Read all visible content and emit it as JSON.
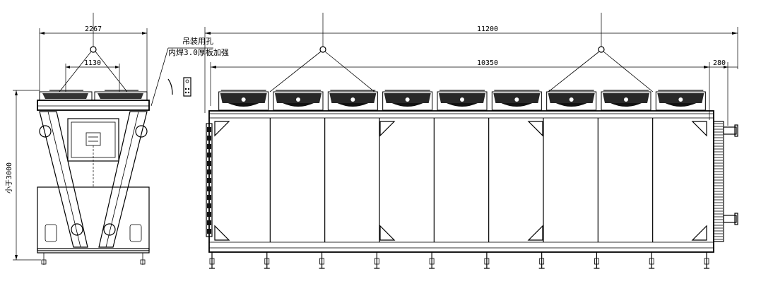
{
  "drawing": {
    "dimensions": {
      "side_width": "2267",
      "side_inner_width": "1130",
      "side_height": "小于3000",
      "total_length": "11200",
      "inner_length": "10350",
      "end_offset": "280"
    },
    "annotations": {
      "lifting_hole": "吊装用孔",
      "reinforcement_plate": "内焊3.0厚板加强"
    },
    "counts": {
      "front_fans": 9,
      "side_fans": 2,
      "support_legs": 10
    },
    "colors": {
      "line": "#000000",
      "background": "#ffffff"
    }
  }
}
